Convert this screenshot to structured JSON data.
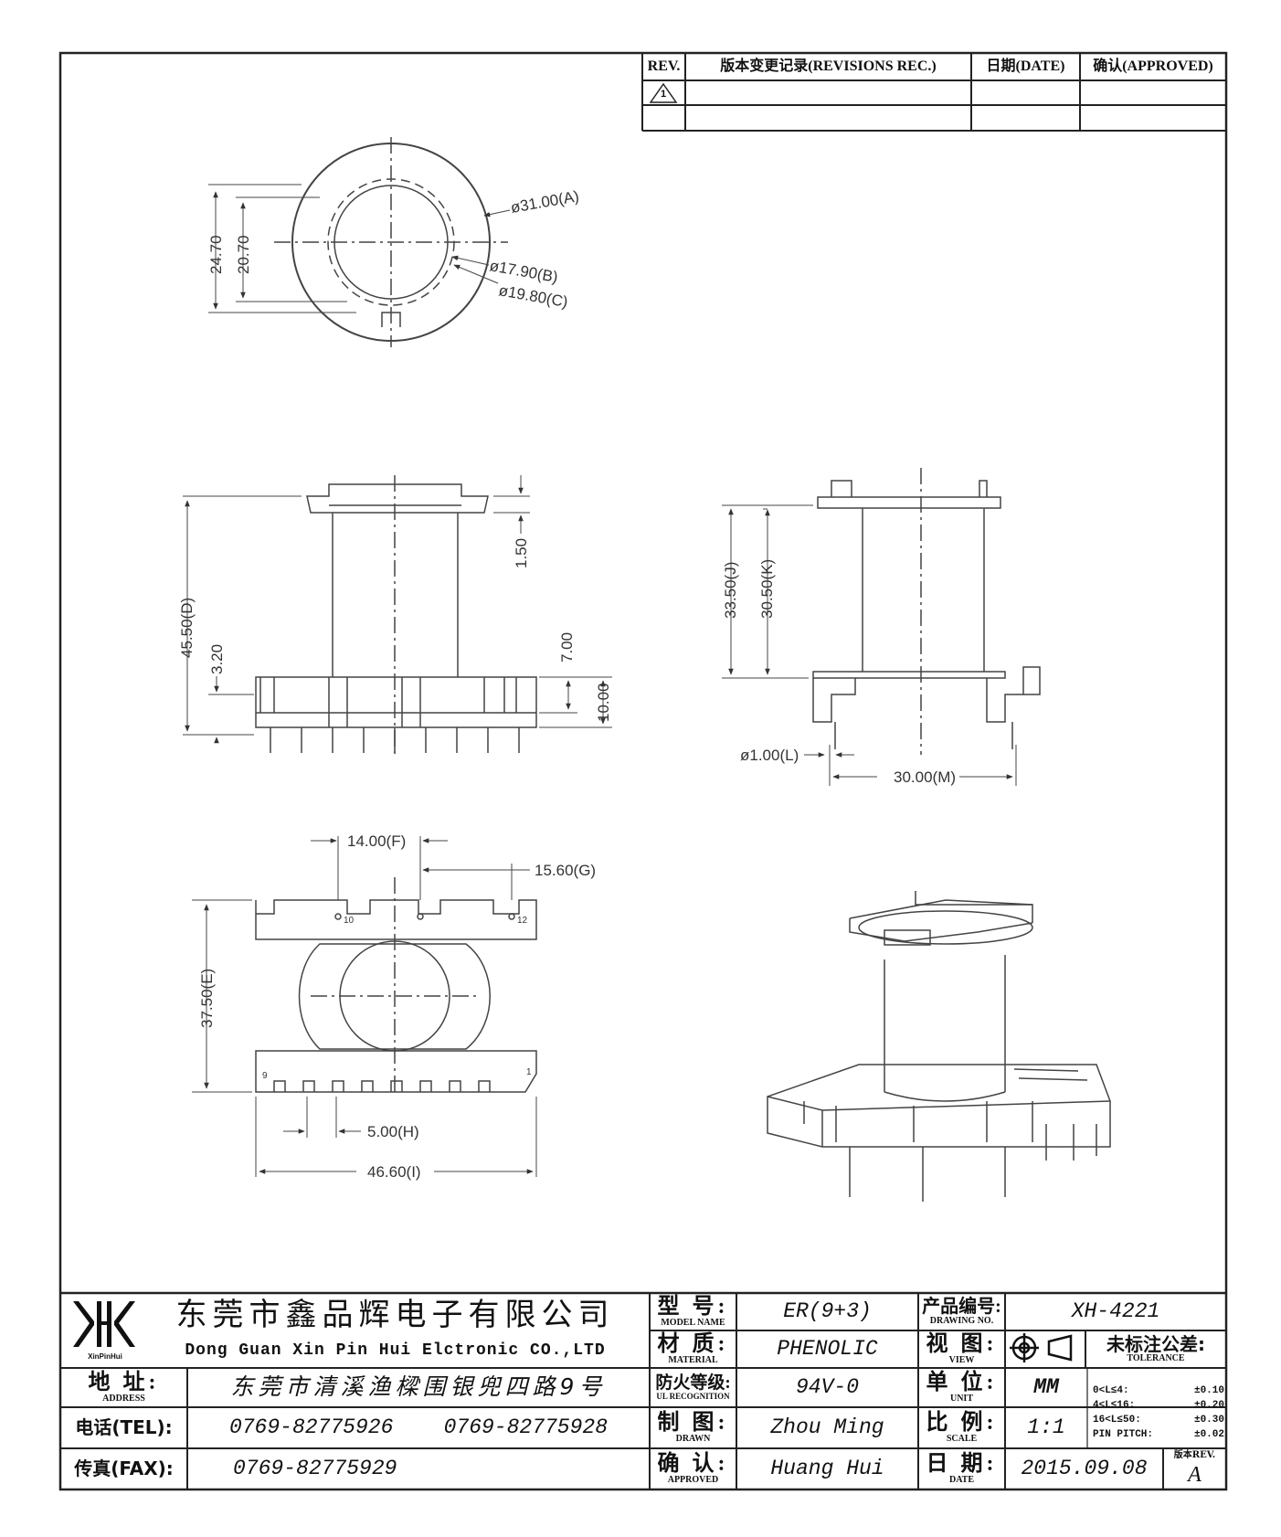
{
  "revisions_table": {
    "headers": [
      "REV.",
      "版本变更记录(REVISIONS REC.)",
      "日期(DATE)",
      "确认(APPROVED)"
    ],
    "rows": [
      {
        "rev": "1",
        "record": "",
        "date": "",
        "approved": ""
      },
      {
        "rev": "",
        "record": "",
        "date": "",
        "approved": ""
      }
    ]
  },
  "dimensions": {
    "top_view": [
      "24.70",
      "20.70",
      "ø31.00(A)",
      "ø17.90(B)",
      "ø19.80(C)"
    ],
    "front_view": [
      "45.50(D)",
      "3.20",
      "1.50",
      "7.00",
      "10.00"
    ],
    "side_view": [
      "33.50(J)",
      "30.50(K)",
      "ø1.00(L)",
      "30.00(M)"
    ],
    "bottom_view": [
      "14.00(F)",
      "15.60(G)",
      "37.50(E)",
      "5.00(H)",
      "46.60(I)"
    ],
    "pin_labels": [
      "10",
      "12",
      "9",
      "1"
    ]
  },
  "title_block": {
    "company_cn": "东莞市鑫品辉电子有限公司",
    "company_en": "Dong Guan Xin Pin Hui Elctronic CO.,LTD",
    "logo_text": "XinPinHui",
    "address_label": "地 址:",
    "address_label_en": "ADDRESS",
    "address_value": "东莞市清溪渔樑围银兜四路9号",
    "tel_label": "电话(TEL):",
    "tel_value": "0769-82775926    0769-82775928",
    "fax_label": "传真(FAX):",
    "fax_value": "0769-82775929",
    "model_label": "型 号:",
    "model_label_en": "MODEL NAME",
    "model_value": "ER(9+3)",
    "material_label": "材 质:",
    "material_label_en": "MATERIAL",
    "material_value": "PHENOLIC",
    "fire_label": "防火等级:",
    "fire_label_en": "UL RECOGNITION",
    "fire_value": "94V-0",
    "drawn_label": "制 图:",
    "drawn_label_en": "DRAWN",
    "drawn_value": "Zhou Ming",
    "approved_label": "确 认:",
    "approved_label_en": "APPROVED",
    "approved_value": "Huang Hui",
    "drawing_no_label": "产品编号:",
    "drawing_no_label_en": "DRAWING NO.",
    "drawing_no_value": "XH-4221",
    "view_label": "视 图:",
    "view_label_en": "VIEW",
    "unit_label": "单 位:",
    "unit_label_en": "UNIT",
    "unit_value": "MM",
    "scale_label": "比 例:",
    "scale_label_en": "SCALE",
    "scale_value": "1:1",
    "date_label": "日 期:",
    "date_label_en": "DATE",
    "date_value": "2015.09.08",
    "tolerance_label": "未标注公差:",
    "tolerance_label_en": "TOLERANCE",
    "tolerances": [
      {
        "range": "0<L≤4:",
        "value": "±0.10"
      },
      {
        "range": "4<L≤16:",
        "value": "±0.20"
      },
      {
        "range": "16<L≤50:",
        "value": "±0.30"
      },
      {
        "range": "PIN PITCH:",
        "value": "±0.02"
      }
    ],
    "rev_label": "版本REV.",
    "rev_value": "A"
  }
}
